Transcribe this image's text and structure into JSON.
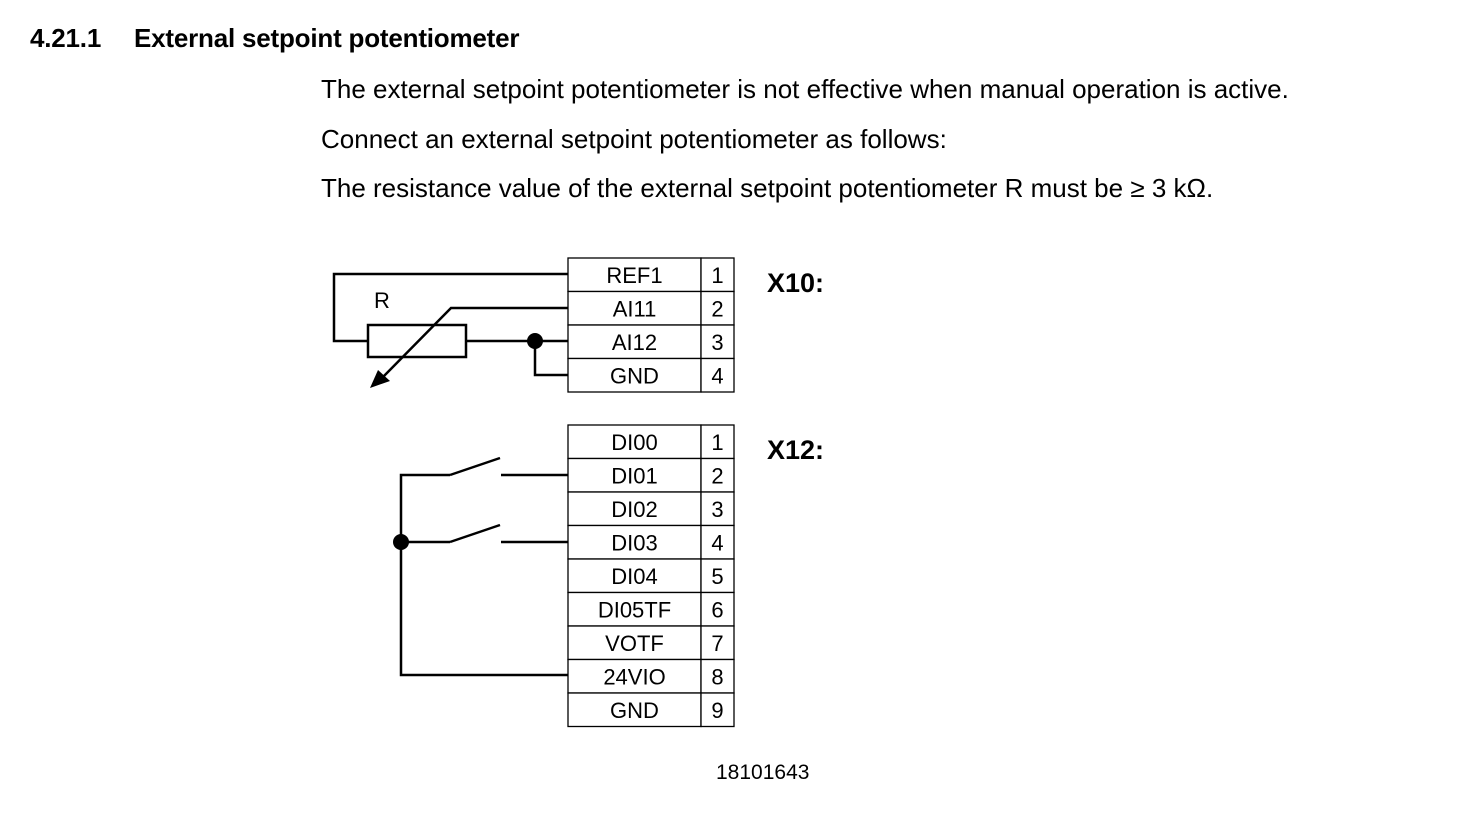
{
  "section": {
    "number": "4.21.1",
    "title": "External setpoint potentiometer"
  },
  "paragraphs": [
    "The external setpoint potentiometer is not effective when manual operation is active.",
    "Connect an external setpoint potentiometer as follows:",
    "The resistance value of the external setpoint potentiometer R must be ≥ 3 kΩ."
  ],
  "diagram": {
    "resistor_label": "R",
    "connectors": [
      {
        "name": "X10:",
        "terminals": [
          {
            "label": "REF1",
            "pin": "1"
          },
          {
            "label": "AI11",
            "pin": "2"
          },
          {
            "label": "AI12",
            "pin": "3"
          },
          {
            "label": "GND",
            "pin": "4"
          }
        ]
      },
      {
        "name": "X12:",
        "terminals": [
          {
            "label": "DI00",
            "pin": "1"
          },
          {
            "label": "DI01",
            "pin": "2"
          },
          {
            "label": "DI02",
            "pin": "3"
          },
          {
            "label": "DI03",
            "pin": "4"
          },
          {
            "label": "DI04",
            "pin": "5"
          },
          {
            "label": "DI05TF",
            "pin": "6"
          },
          {
            "label": "VOTF",
            "pin": "7"
          },
          {
            "label": "24VIO",
            "pin": "8"
          },
          {
            "label": "GND",
            "pin": "9"
          }
        ]
      }
    ],
    "figure_id": "18101643"
  }
}
